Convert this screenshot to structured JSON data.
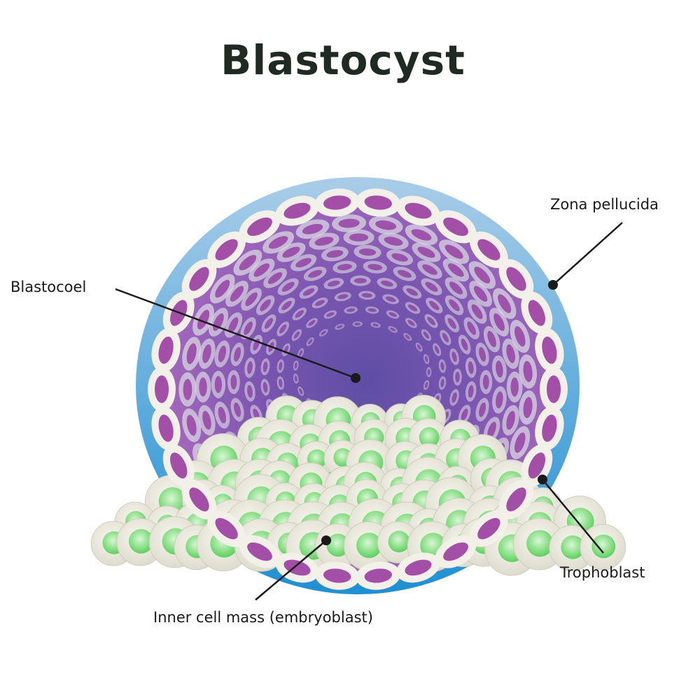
{
  "title": "Blastocyst",
  "labels": {
    "zona_pellucida": "Zona pellucida",
    "blastocoel": "Blastocoel",
    "trophoblast": "Trophoblast",
    "inner_cell_mass": "Inner cell mass (embryoblast)"
  },
  "colors": {
    "zona_top": "#a9cde8",
    "zona_bottom": "#1f8fd3",
    "cavity_outer": "#b06cc0",
    "cavity_inner": "#5d4ea4",
    "cell_membrane": "#f2f0e8",
    "cell_nucleus": "#a34fa8",
    "icm_membrane": "#e8e6d8",
    "icm_nucleus": "#5ed05e",
    "leader_line": "#1a1a1a"
  }
}
